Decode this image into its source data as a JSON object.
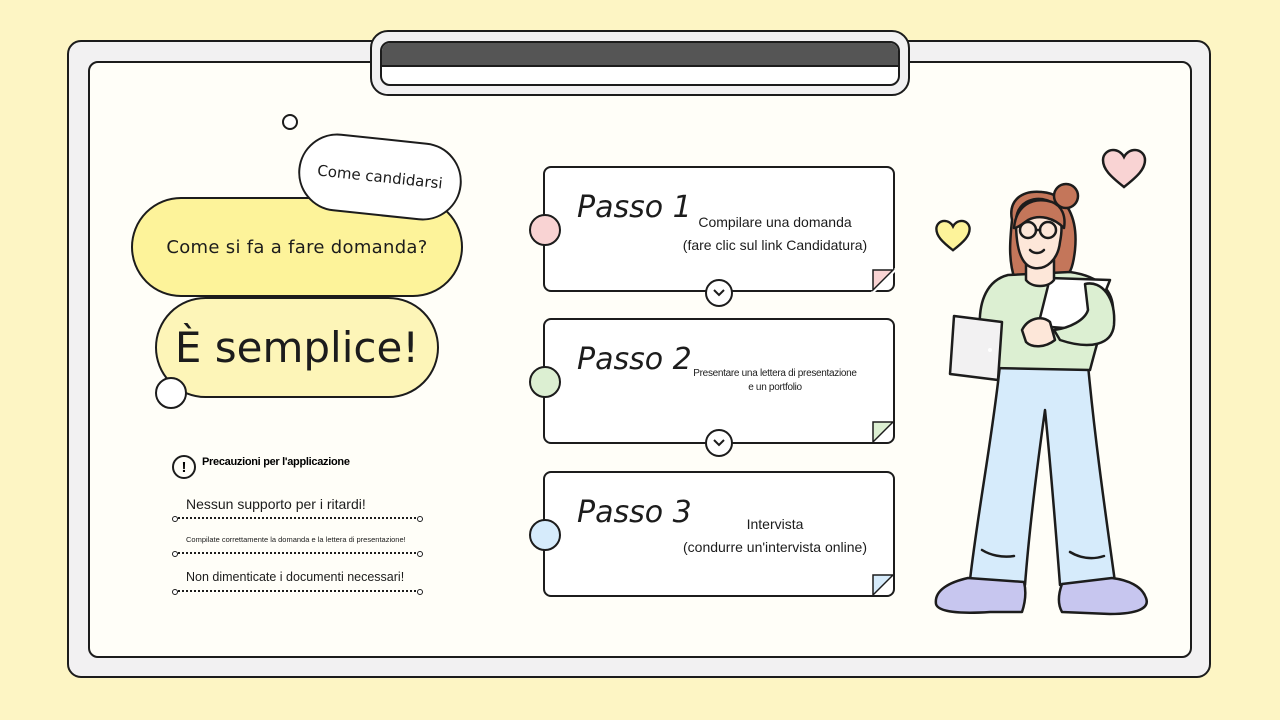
{
  "header": {
    "tag": "Come candidarsi",
    "question": "Come si fa a fare domanda?",
    "headline": "È semplice!"
  },
  "precautions": {
    "title": "Precauzioni per l'applicazione",
    "icon": "exclamation-icon",
    "items": [
      "Nessun supporto per i ritardi!",
      "Compilate correttamente la domanda e la lettera di presentazione!",
      "Non dimenticate i documenti necessari!"
    ]
  },
  "steps": [
    {
      "title": "Passo 1",
      "line1": "Compilare una domanda",
      "line2": "(fare clic sul link Candidatura)",
      "color": "#f9d3d3"
    },
    {
      "title": "Passo 2",
      "line1": "Presentare una lettera di presentazione",
      "line2": "e un portfolio",
      "color": "#dcefd2"
    },
    {
      "title": "Passo 3",
      "line1": "Intervista",
      "line2": "(condurre un'intervista online)",
      "color": "#d6ebfb"
    }
  ],
  "colors": {
    "background": "#fdf5c4",
    "yellow_pill": "#fdf39a",
    "pink": "#f9d3d3",
    "green": "#dcefd2",
    "blue": "#d6ebfb",
    "heart_pink": "#f9d3d3",
    "heart_yellow": "#fdf39a"
  }
}
